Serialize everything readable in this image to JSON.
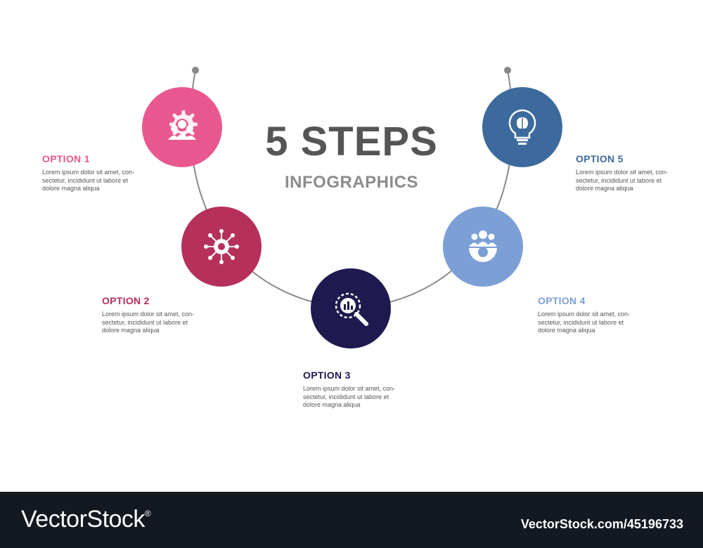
{
  "title": {
    "main": "5 STEPS",
    "sub": "INFOGRAPHICS"
  },
  "options": [
    {
      "title": "OPTION 1",
      "text": "Lorem ipsum dolor sit amet, con-\nsectetur, incididunt ut labore et\ndolore magna aliqua",
      "color": "#e8588f",
      "icon": "team-gear-icon"
    },
    {
      "title": "OPTION 2",
      "text": "Lorem ipsum dolor sit amet, con-\nsectetur, incididunt ut labore et\ndolore magna aliqua",
      "color": "#b5305a",
      "icon": "network-gear-icon"
    },
    {
      "title": "OPTION 3",
      "text": "Lorem ipsum dolor sit amet, con-\nsectetur, incididunt ut labore et\ndolore magna aliqua",
      "color": "#1e1a4f",
      "icon": "magnifier-chart-icon"
    },
    {
      "title": "OPTION 4",
      "text": "Lorem ipsum dolor sit amet, con-\nsectetur, incididunt ut labore et\ndolore magna aliqua",
      "color": "#7c9fd6",
      "icon": "people-gear-icon"
    },
    {
      "title": "OPTION 5",
      "text": "Lorem ipsum dolor sit amet, con-\nsectetur, incididunt ut labore et\ndolore magna aliqua",
      "color": "#3c6a9c",
      "icon": "brain-bulb-icon"
    }
  ],
  "footer": {
    "logo": "VectorStock",
    "logo_mark": "®",
    "url": "VectorStock.com/45196733"
  }
}
